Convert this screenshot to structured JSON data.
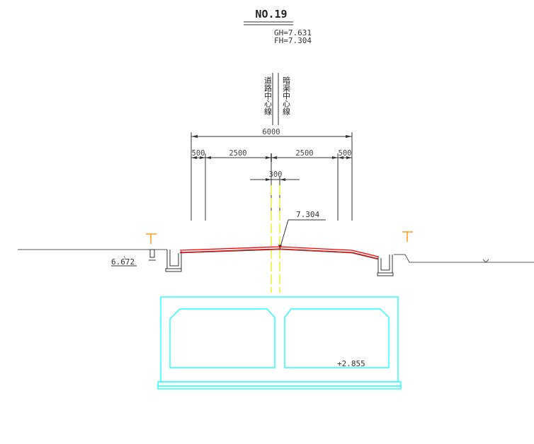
{
  "drawing": {
    "section_no": "NO.19",
    "ground_height": "GH=7.631",
    "finish_height": "FH=7.304"
  },
  "centerlines": {
    "road": "道路中心線",
    "culvert": "暗渠中心線"
  },
  "dimensions": {
    "total_width": "6000",
    "left_shoulder": "500",
    "left_lane": "2500",
    "right_lane": "2500",
    "right_shoulder": "500",
    "center_offset": "300"
  },
  "levels": {
    "road_center": "7.304",
    "left_ground": "6.672",
    "culvert_invert": "+2.855"
  },
  "colors": {
    "pavement": "#ff0000",
    "culvert": "#00ffff",
    "centerline": "#e8e800",
    "marker": "#ff8c00",
    "lines": "#333333"
  }
}
